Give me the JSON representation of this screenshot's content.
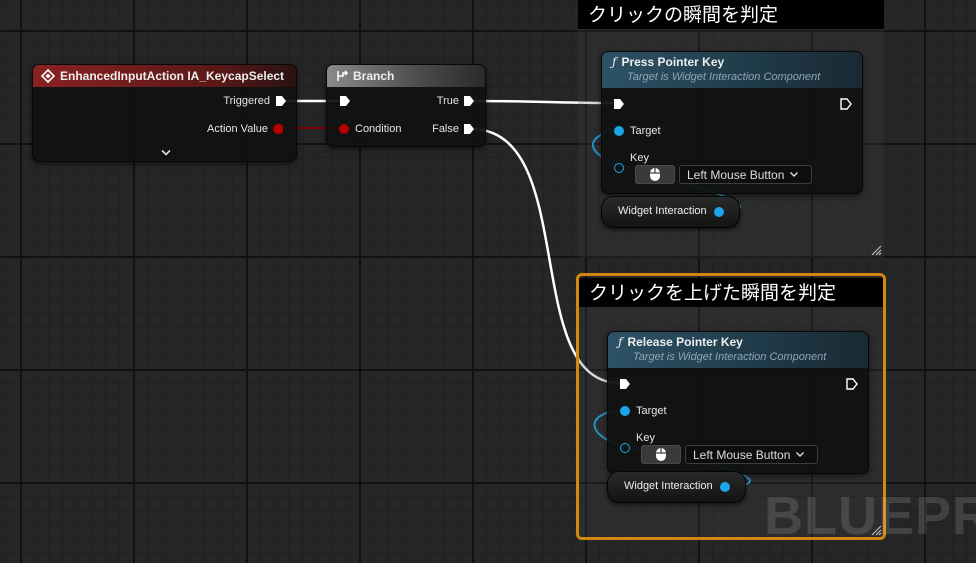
{
  "comments": [
    {
      "title": "クリックの瞬間を判定",
      "selected": false
    },
    {
      "title": "クリックを上げた瞬間を判定",
      "selected": true
    }
  ],
  "input_event_node": {
    "title": "EnhancedInputAction IA_KeycapSelect",
    "header_color": "#7a1e1e",
    "pins": {
      "triggered": "Triggered",
      "action_value": "Action Value"
    },
    "expand_icon": "chevron-down-icon"
  },
  "branch_node": {
    "title": "Branch",
    "pins": {
      "condition": "Condition",
      "true": "True",
      "false": "False"
    }
  },
  "press_node": {
    "title": "Press Pointer Key",
    "subtitle": "Target is Widget Interaction Component",
    "header_color": "#2a4a5c",
    "pins": {
      "target": "Target",
      "key": "Key"
    },
    "key_value": "Left Mouse Button"
  },
  "release_node": {
    "title": "Release Pointer Key",
    "subtitle": "Target is Widget Interaction Component",
    "header_color": "#2a4a5c",
    "pins": {
      "target": "Target",
      "key": "Key"
    },
    "key_value": "Left Mouse Button"
  },
  "variables": {
    "press": "Widget Interaction",
    "release": "Widget Interaction"
  },
  "watermark": "BLUEPRINT",
  "colors": {
    "exec": "#ffffff",
    "object_pin": "#1aa6e8",
    "bool_pin": "#b30000",
    "selection": "#d4870f"
  }
}
